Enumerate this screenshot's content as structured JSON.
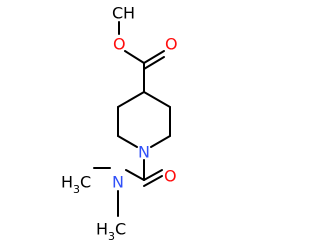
{
  "colors": {
    "bond": "#000000",
    "carbon": "#000000",
    "oxygen": "#ff0d0d",
    "nitrogen": "#3050f8"
  },
  "atoms": {
    "o_ester": "O",
    "o_carbonyl_top": "O",
    "n_ring": "N",
    "o_carbonyl_bottom": "O",
    "n_amide": "N",
    "methyl_top_h": "H",
    "methyl_top_c": "C",
    "methyl_upper_h": "H",
    "methyl_upper_c": "C",
    "methyl_upper_sub": "3",
    "methyl_lower_h": "H",
    "methyl_lower_c": "C",
    "methyl_lower_sub": "3"
  }
}
